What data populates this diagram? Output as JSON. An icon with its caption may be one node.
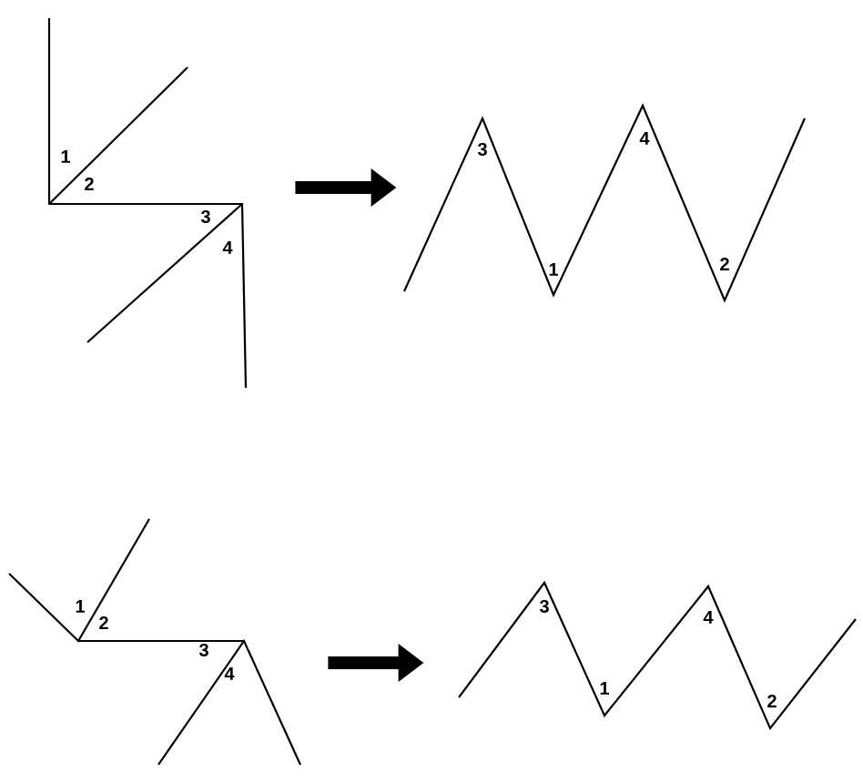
{
  "diagram": {
    "nodes": [
      {
        "text": [],
        "shape": "picture"
      },
      {
        "text": [],
        "shape": "picture"
      },
      {
        "text": [],
        "shape": "picture"
      },
      {
        "text": [],
        "shape": "picture"
      }
    ],
    "edges": [
      {
        "from": 0,
        "to": 1,
        "arrow": "to"
      },
      {
        "from": 2,
        "to": 3,
        "arrow": "to"
      }
    ],
    "labels": [
      "1",
      "2",
      "3",
      "4",
      "3",
      "1",
      "4",
      "2",
      "1",
      "2",
      "3",
      "4",
      "3",
      "1",
      "4",
      "2"
    ]
  }
}
